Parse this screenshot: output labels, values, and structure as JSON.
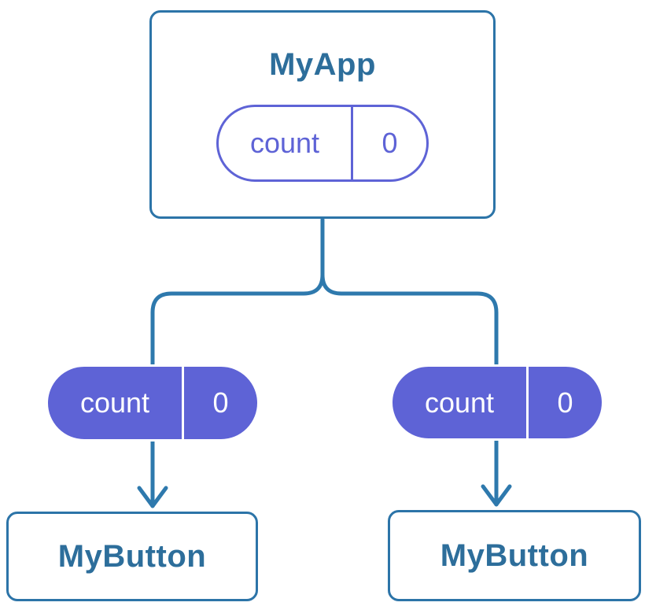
{
  "colors": {
    "card_border_blue": "#2C74A8",
    "title_text_blue": "#2D6E9B",
    "connector_blue": "#2E79AD",
    "state_purple": "#5E63D6",
    "state_text_on_purple": "#FFFFFF",
    "card_background": "#FFFFFF"
  },
  "tree": {
    "root": {
      "title": "MyApp",
      "state": {
        "label": "count",
        "value": "0"
      }
    },
    "children": [
      {
        "title": "MyButton",
        "state": {
          "label": "count",
          "value": "0"
        }
      },
      {
        "title": "MyButton",
        "state": {
          "label": "count",
          "value": "0"
        }
      }
    ]
  }
}
